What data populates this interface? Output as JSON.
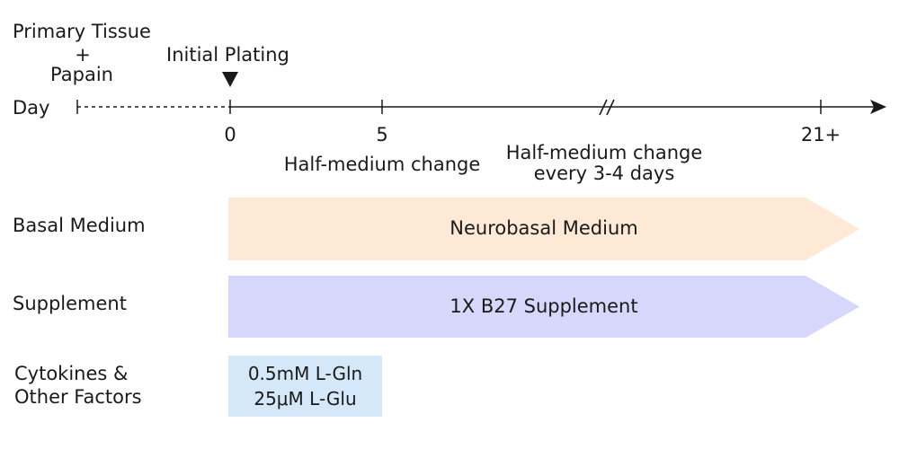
{
  "timeline": {
    "primary_tissue": "Primary Tissue",
    "plus": "+",
    "papain": "Papain",
    "initial_plating": "Initial Plating",
    "day_label": "Day",
    "tick_0": "0",
    "tick_5": "5",
    "tick_21": "21+",
    "event_day5": "Half-medium change",
    "event_later_line1": "Half-medium change",
    "event_later_line2": "every 3-4 days"
  },
  "rows": {
    "basal_label": "Basal Medium",
    "basal_bar": "Neurobasal Medium",
    "supplement_label": "Supplement",
    "supplement_bar": "1X B27 Supplement",
    "cytokines_line1": "Cytokines &",
    "cytokines_line2": "Other Factors",
    "factor_1": "0.5mM L-Gln",
    "factor_2": "25μM L-Glu"
  },
  "colors": {
    "basal": "#fde9d6",
    "supplement": "#d6d7fb",
    "cytokines": "#d4e8f9",
    "axis": "#1a1a1a"
  }
}
